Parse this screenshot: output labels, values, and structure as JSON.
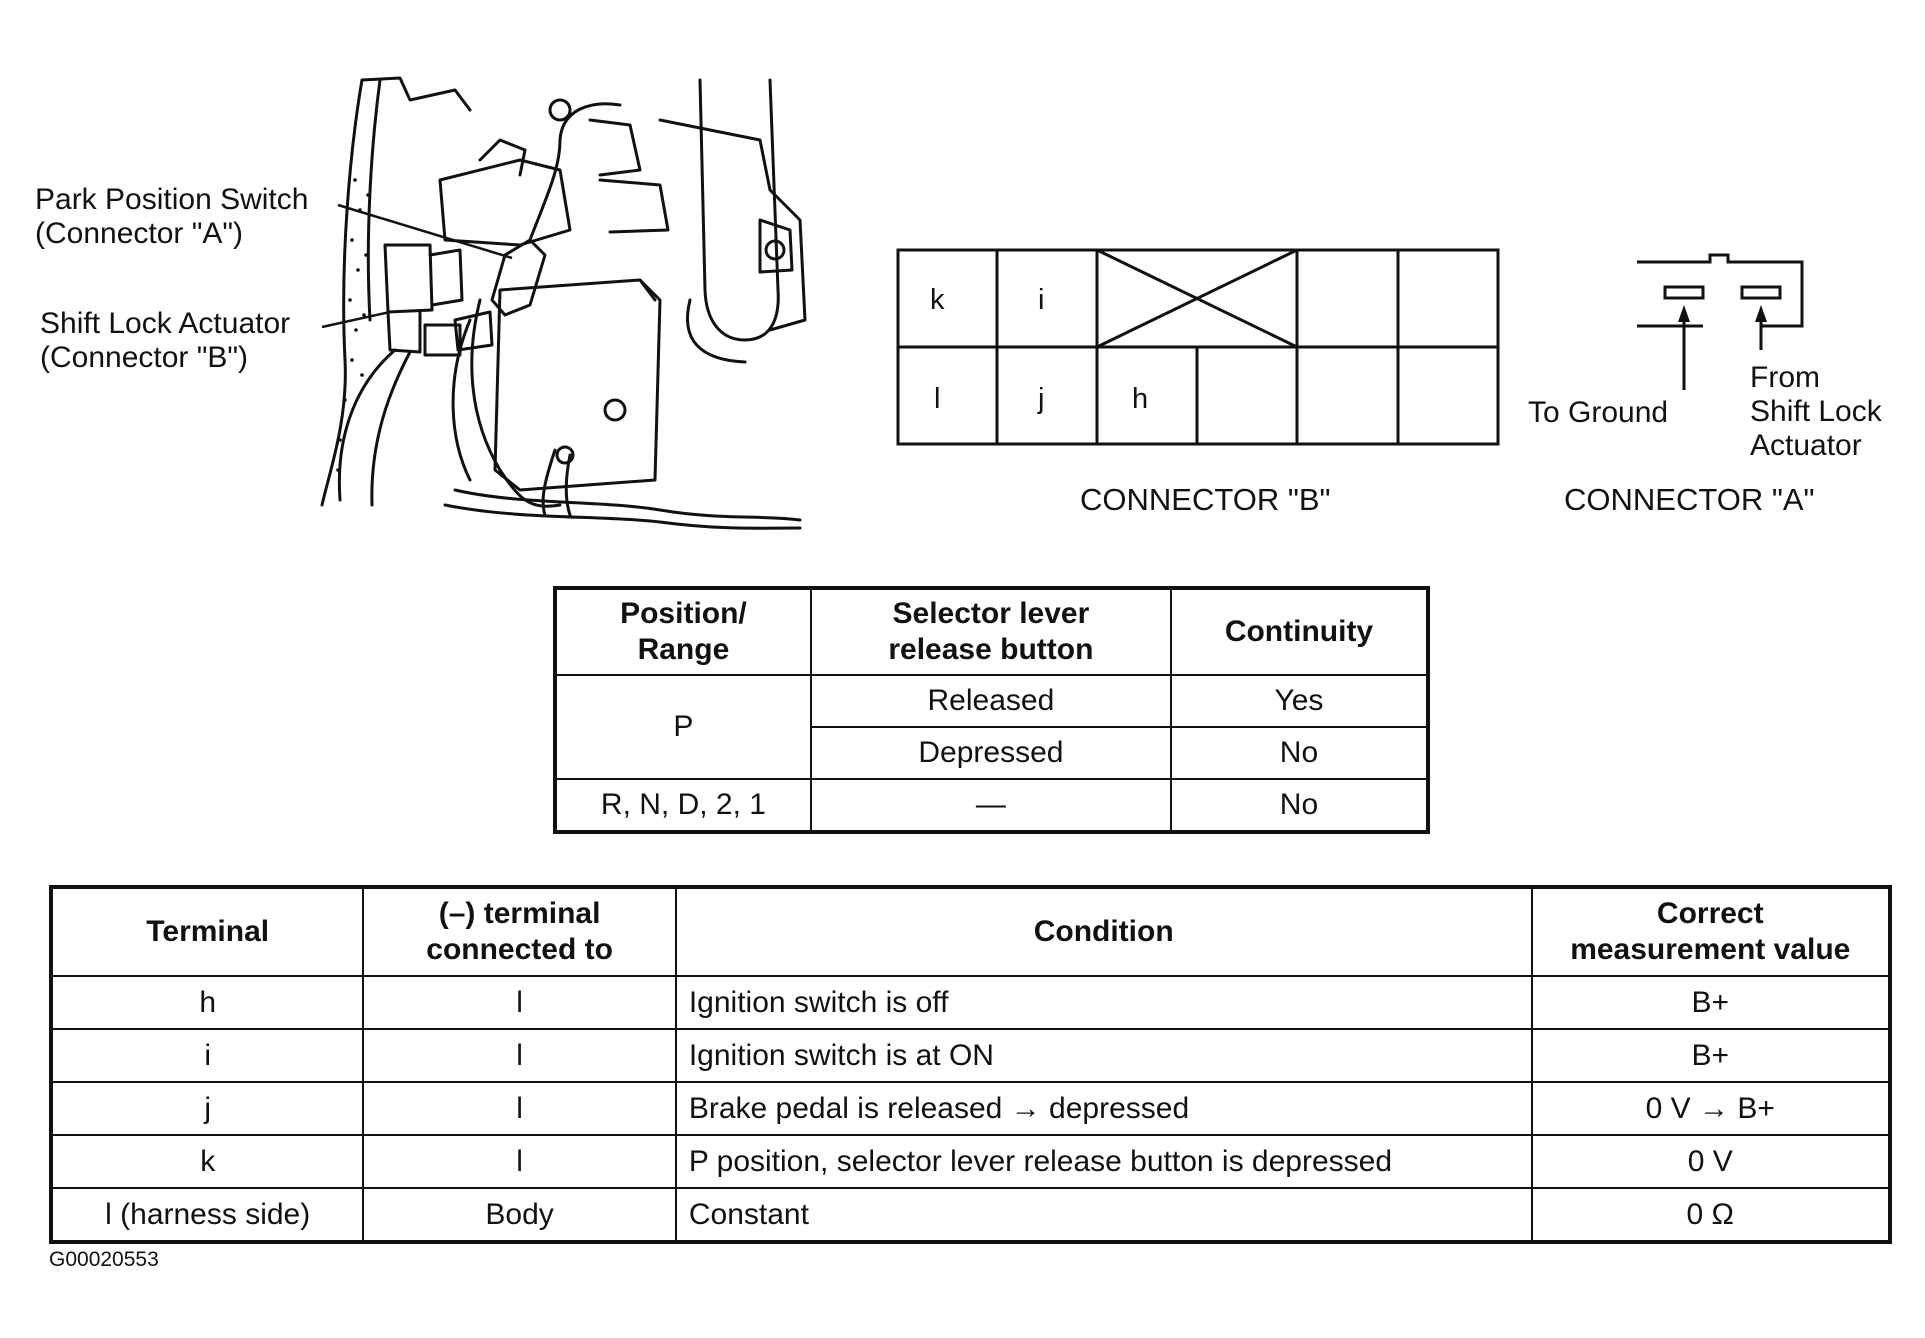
{
  "illustration": {
    "label_park_switch": [
      "Park Position Switch",
      "(Connector \"A\")"
    ],
    "label_shift_lock": [
      "Shift Lock Actuator",
      "(Connector \"B\")"
    ]
  },
  "connector_b": {
    "caption": "CONNECTOR \"B\"",
    "top_row": [
      "k",
      "i",
      "",
      "",
      ""
    ],
    "bottom_row": [
      "l",
      "j",
      "h",
      "",
      "",
      ""
    ]
  },
  "connector_a": {
    "caption": "CONNECTOR \"A\"",
    "to_ground": "To Ground",
    "from_actuator": [
      "From",
      "Shift Lock",
      "Actuator"
    ]
  },
  "continuity_table": {
    "headers": [
      "Position/\nRange",
      "Selector lever\nrelease button",
      "Continuity"
    ],
    "rows": [
      {
        "position": "P",
        "button": "Released",
        "continuity": "Yes"
      },
      {
        "position": "",
        "button": "Depressed",
        "continuity": "No"
      },
      {
        "position": "R, N, D, 2, 1",
        "button": "—",
        "continuity": "No"
      }
    ]
  },
  "terminal_table": {
    "headers": [
      "Terminal",
      "(–) terminal\nconnected to",
      "Condition",
      "Correct\nmeasurement value"
    ],
    "rows": [
      {
        "terminal": "h",
        "neg": "l",
        "condition": "Ignition switch is off",
        "value": "B+"
      },
      {
        "terminal": "i",
        "neg": "l",
        "condition": "Ignition switch is at ON",
        "value": "B+"
      },
      {
        "terminal": "j",
        "neg": "l",
        "condition": "Brake pedal is released → depressed",
        "value": "0 V → B+"
      },
      {
        "terminal": "k",
        "neg": "l",
        "condition": "P position, selector lever release button is depressed",
        "value": "0 V"
      },
      {
        "terminal": "l (harness side)",
        "neg": "Body",
        "condition": "Constant",
        "value": "0 Ω"
      }
    ]
  },
  "figure_code": "G00020553"
}
